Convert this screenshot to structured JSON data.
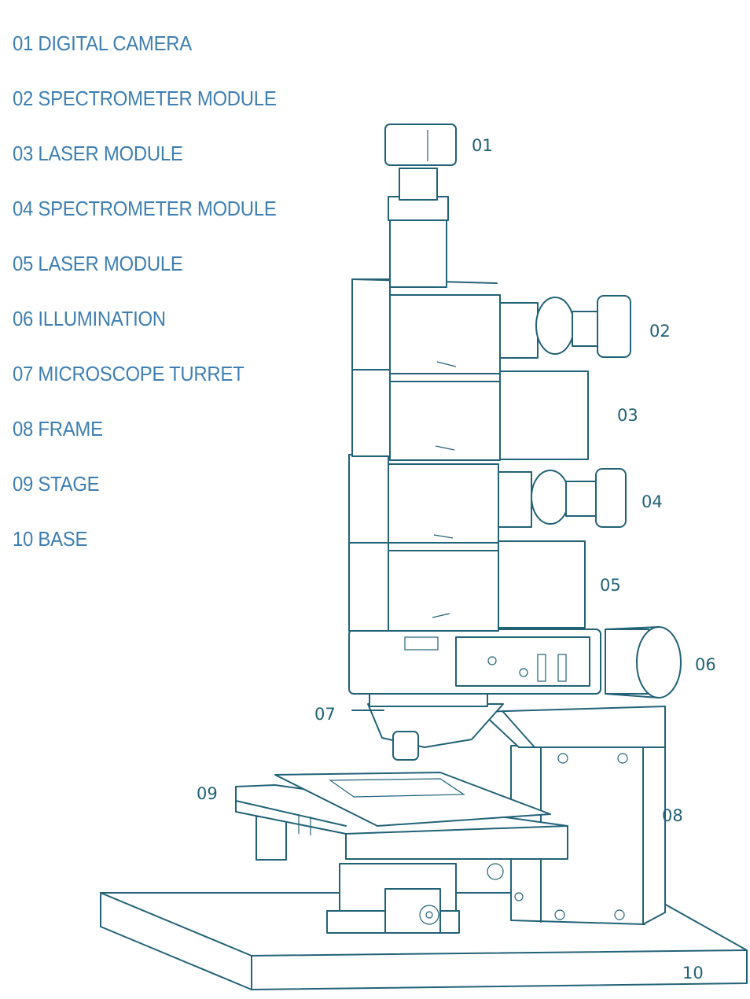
{
  "legend": [
    {
      "num": "01",
      "label": "01 DIGITAL CAMERA"
    },
    {
      "num": "02",
      "label": "02 SPECTROMETER MODULE"
    },
    {
      "num": "03",
      "label": "03 LASER MODULE"
    },
    {
      "num": "04",
      "label": "04 SPECTROMETER MODULE"
    },
    {
      "num": "05",
      "label": "05 LASER MODULE"
    },
    {
      "num": "06",
      "label": "06 ILLUMINATION"
    },
    {
      "num": "07",
      "label": "07 MICROSCOPE TURRET"
    },
    {
      "num": "08",
      "label": "08 FRAME"
    },
    {
      "num": "09",
      "label": "09 STAGE"
    },
    {
      "num": "10",
      "label": "10 BASE"
    }
  ],
  "callouts": {
    "c01": "01",
    "c02": "02",
    "c03": "03",
    "c04": "04",
    "c05": "05",
    "c06": "06",
    "c07": "07",
    "c08": "08",
    "c09": "09",
    "c10": "10"
  },
  "colors": {
    "legend_text": "#3e7fb3",
    "line_art": "#226277"
  }
}
